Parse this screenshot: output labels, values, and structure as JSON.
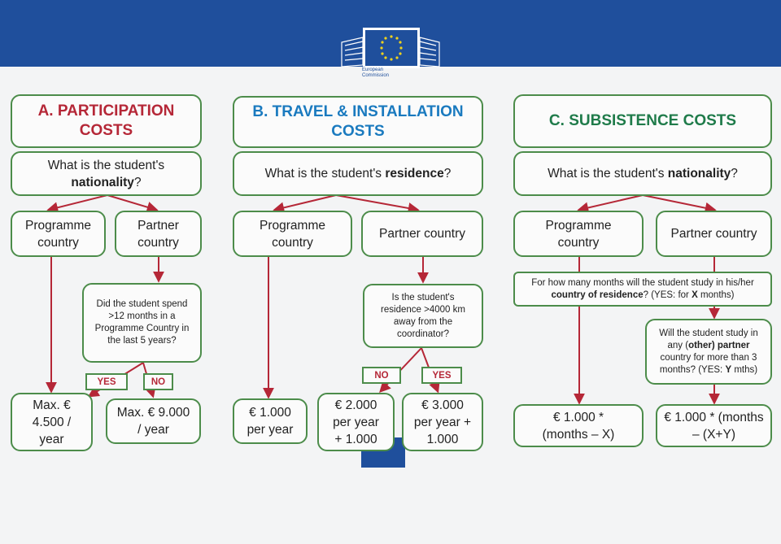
{
  "header": {
    "logo_line1": "European",
    "logo_line2": "Commission",
    "colors": {
      "banner": "#1f4f9c",
      "arrow": "#b52737",
      "box_border": "#4c8c4a"
    }
  },
  "col_a": {
    "title_line1": "A. PARTICIPATION",
    "title_line2": "COSTS",
    "question_pre": "What is the student's",
    "question_bold": "nationality",
    "question_post": "?",
    "opt_programme": "Programme country",
    "opt_partner": "Partner country",
    "sub_question": "Did the student spend >12 months in a Programme Country in the last 5 years?",
    "yes": "YES",
    "no": "NO",
    "result_yes": "Max. € 4.500 / year",
    "result_no": "Max. € 9.000 / year"
  },
  "col_b": {
    "title_line1": "B. TRAVEL & INSTALLATION",
    "title_line2": "COSTS",
    "question_pre": "What is the student's",
    "question_bold": "residence",
    "question_post": "?",
    "opt_programme": "Programme country",
    "opt_partner": "Partner country",
    "sub_question": "Is the student's residence >4000 km away from the coordinator?",
    "no": "NO",
    "yes": "YES",
    "result_programme": "€ 1.000 per year",
    "result_no": "€ 2.000 per year + 1.000",
    "result_yes": "€ 3.000 per year + 1.000"
  },
  "col_c": {
    "title": "C. SUBSISTENCE COSTS",
    "question_pre": "What is the student's",
    "question_bold": "nationality",
    "question_post": "?",
    "opt_programme": "Programme country",
    "opt_partner": "Partner country",
    "months_q_pre": "For how many months will the student study in his/her",
    "months_q_bold": "country of residence",
    "months_q_mid": "? (YES: for",
    "months_q_x": "X",
    "months_q_post": "months)",
    "other_q_pre": "Will the student study in any (",
    "other_q_bold1": "other",
    "other_q_bold2": ") partner",
    "other_q_post": "country for more than 3 months? (YES:",
    "other_q_y": "Y",
    "other_q_end": "mths)",
    "result_x": "€ 1.000 * (months – X)",
    "result_xy": "€ 1.000 * (months – (X+Y)"
  }
}
